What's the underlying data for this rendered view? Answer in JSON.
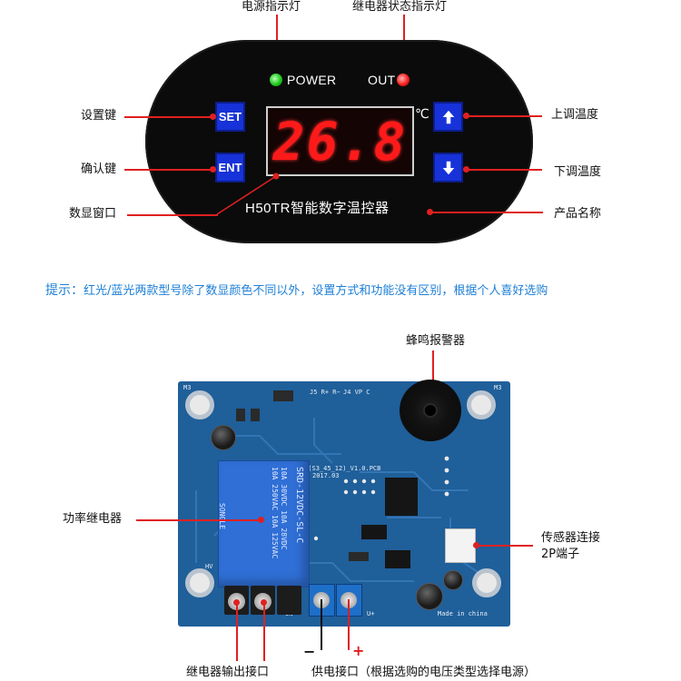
{
  "panel": {
    "top_labels": {
      "power_indicator": "电源指示灯",
      "relay_indicator": "继电器状态指示灯"
    },
    "power_text": "POWER",
    "out_text": "OUT",
    "set_key": "SET",
    "ent_key": "ENT",
    "display_value": "26.8",
    "unit": "℃",
    "model_name": "H50TR智能数字温控器",
    "left_labels": {
      "set": "设置键",
      "ent": "确认键",
      "window": "数显窗口"
    },
    "right_labels": {
      "up": "上调温度",
      "down": "下调温度",
      "product": "产品名称"
    }
  },
  "tip": {
    "head": "提示：",
    "body": "红光/蓝光两款型号除了数显颜色不同以外，设置方式和功能没有区别，根据个人喜好选购"
  },
  "board": {
    "buzzer_label": "蜂鸣报警器",
    "relay_label": "功率继电器",
    "sensor_label_1": "传感器连接",
    "sensor_label_2": "2P端子",
    "relay_output_label": "继电器输出接口",
    "power_label": "供电接口（根据选购的电压类型选择电源）",
    "minus": "−",
    "plus": "+",
    "pcb_text": "H50UTR(S3_45_12)_V1.0.PCB",
    "pcb_date": "2017.03",
    "relay_brand": "SONGLE",
    "relay_model": "SRD-12VDC-SL-C",
    "relay_spec_1": "10A 250VAC  10A 125VAC",
    "relay_spec_2": "10A 30VDC  10A 28VDC",
    "silk_on": "ON",
    "silk_u": "U+",
    "silk_j5": "J5 R+ R−",
    "silk_j4": "J4 VP C",
    "silk_made": "Made in china",
    "silk_m3": "M3",
    "silk_hv": "HV"
  }
}
